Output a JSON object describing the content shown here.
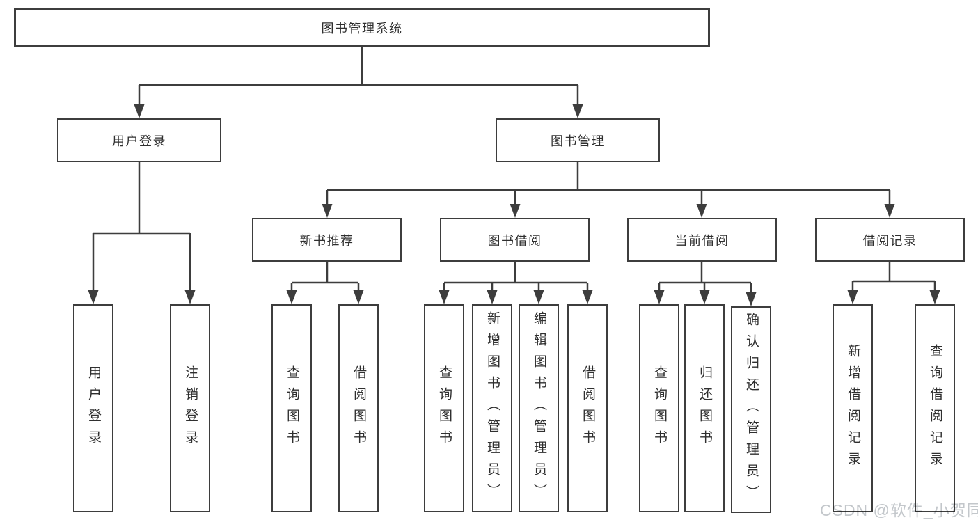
{
  "tree": {
    "label": "图书管理系统",
    "children": [
      {
        "label": "用户登录",
        "children": [
          {
            "label": "用户登录"
          },
          {
            "label": "注销登录"
          }
        ]
      },
      {
        "label": "图书管理",
        "children": [
          {
            "label": "新书推荐",
            "children": [
              {
                "label": "查询图书"
              },
              {
                "label": "借阅图书"
              }
            ]
          },
          {
            "label": "图书借阅",
            "children": [
              {
                "label": "查询图书"
              },
              {
                "label": "新增图书（管理员）"
              },
              {
                "label": "编辑图书（管理员）"
              },
              {
                "label": "借阅图书"
              }
            ]
          },
          {
            "label": "当前借阅",
            "children": [
              {
                "label": "查询图书"
              },
              {
                "label": "归还图书"
              },
              {
                "label": "确认归还（管理员）"
              }
            ]
          },
          {
            "label": "借阅记录",
            "children": [
              {
                "label": "新增借阅记录"
              },
              {
                "label": "查询借阅记录"
              }
            ]
          }
        ]
      }
    ]
  },
  "watermark": "CSDN @软件_小贺同学",
  "colors": {
    "line": "#3d3d3d",
    "text": "#2f2f2f",
    "box_bg": "#ffffff",
    "watermark": "#c3c7cb",
    "bg": "#ffffff"
  }
}
